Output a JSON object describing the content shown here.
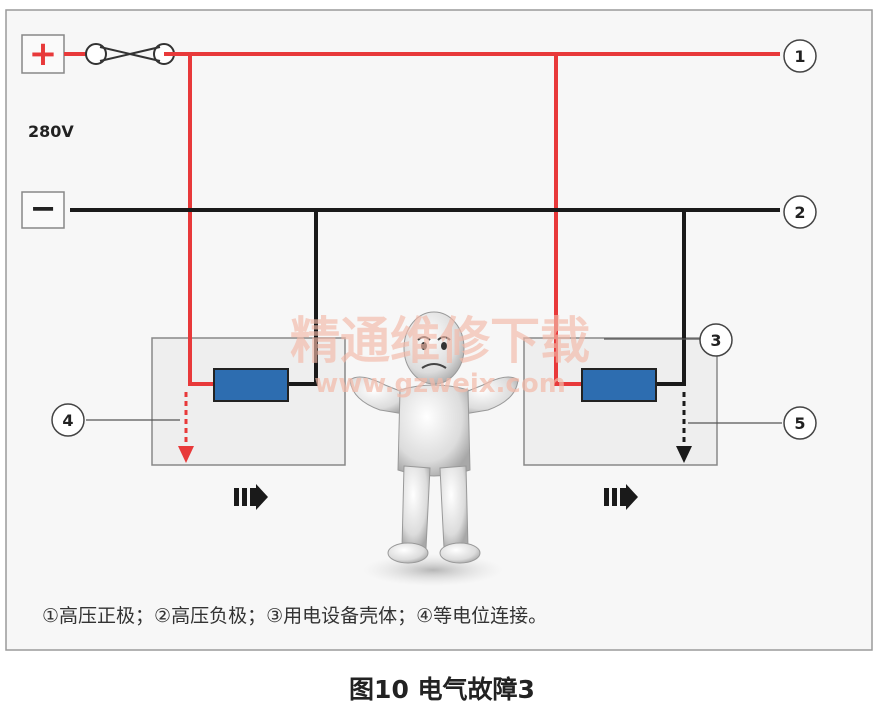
{
  "diagram": {
    "voltage_label": "280V",
    "terminal_plus": "+",
    "terminal_minus": "−",
    "callouts": [
      "1",
      "2",
      "3",
      "4",
      "5"
    ],
    "legend": "①高压正极；②高压负极；③用电设备壳体；④等电位连接。",
    "watermark_cn": "精通维修下载",
    "watermark_url": "www.gzweix.com",
    "colors": {
      "positive": "#e8393a",
      "negative": "#1a1a1a",
      "device_box": "#efefef",
      "component": "#2d6db0",
      "frame_bg": "#f7f7f7"
    }
  },
  "caption": "图10 电气故障3"
}
